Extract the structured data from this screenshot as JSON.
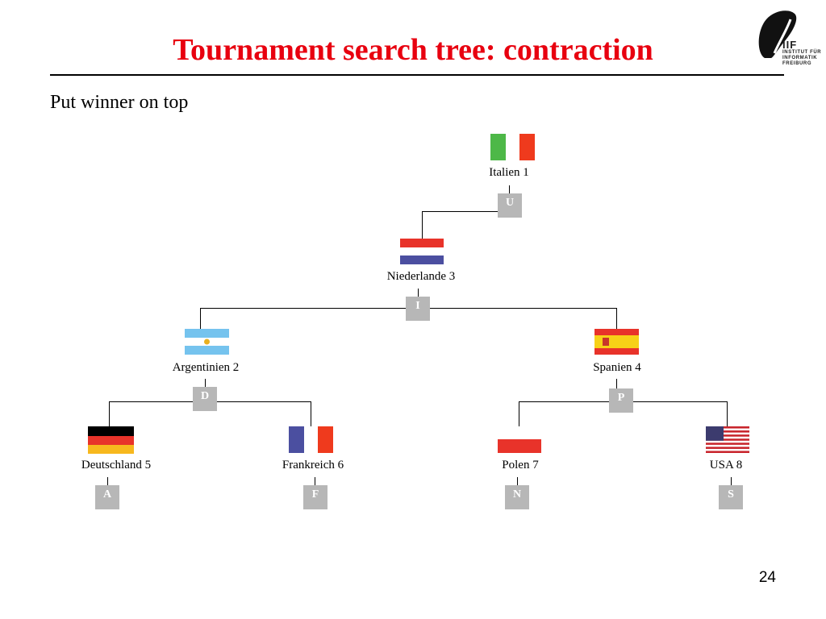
{
  "slide": {
    "title": "Tournament search tree: contraction",
    "subtitle": "Put winner on top",
    "page_number": "24"
  },
  "logo": {
    "abbr": "IIF",
    "line1": "INSTITUT FÜR",
    "line2": "INFORMATIK",
    "line3": "FREIBURG"
  },
  "tree": {
    "nodes": [
      {
        "id": "italien",
        "label": "Italien 1",
        "tag": "U"
      },
      {
        "id": "niederlande",
        "label": "Niederlande 3",
        "tag": "I"
      },
      {
        "id": "argentinien",
        "label": "Argentinien 2",
        "tag": "D"
      },
      {
        "id": "spanien",
        "label": "Spanien 4",
        "tag": "P"
      },
      {
        "id": "deutschland",
        "label": "Deutschland 5",
        "tag": "A"
      },
      {
        "id": "frankreich",
        "label": "Frankreich 6",
        "tag": "F"
      },
      {
        "id": "polen",
        "label": "Polen 7",
        "tag": "N"
      },
      {
        "id": "usa",
        "label": "USA 8",
        "tag": "S"
      }
    ]
  },
  "colors": {
    "title": "#e8000f",
    "tag_background": "#b7b7b7"
  }
}
